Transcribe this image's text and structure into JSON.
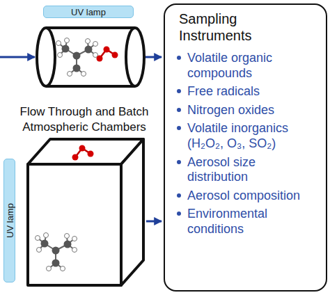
{
  "diagram": {
    "nodes": [
      {
        "text": [
          "UV lamp"
        ]
      },
      {
        "text": [
          "Sampling Instruments",
          "Volatile organic compounds",
          "Free radicals",
          "Nitrogen oxides",
          "Volatile inorganics (H₂O₂, O₃, SO₂)",
          "Aerosol size distribution",
          "Aerosol composition",
          "Environmental conditions"
        ]
      },
      {
        "text": [
          "UV lamp"
        ]
      }
    ],
    "labels": [
      "Flow Through and Batch Atmospheric Chambers"
    ]
  }
}
